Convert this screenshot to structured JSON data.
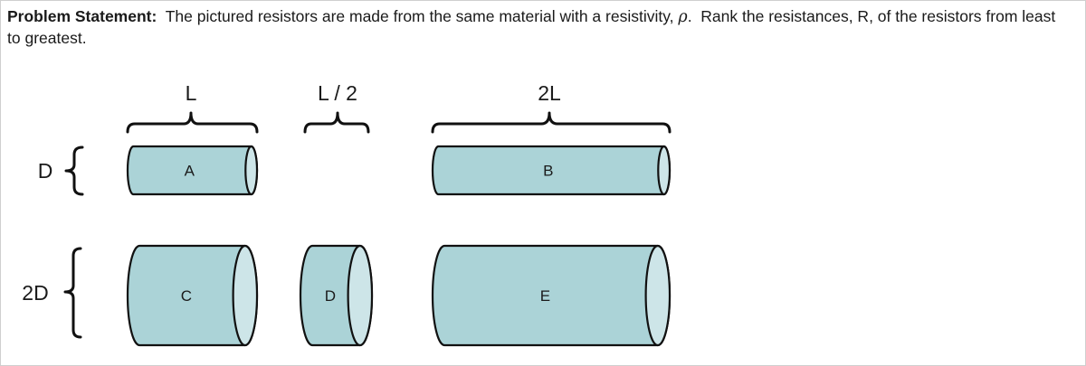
{
  "problem": {
    "lead": "Problem Statement:",
    "text_part1": "  The pictured resistors are made from the same material with a resistivity, ",
    "rho_symbol": "ρ",
    "text_part2": ".  Rank the resistances, R, of the resistors from least to greatest."
  },
  "dimensions": {
    "length_labels": [
      "L",
      "L / 2",
      "2L"
    ],
    "diameter_labels": [
      "D",
      "2D"
    ]
  },
  "resistors": [
    {
      "id": "A",
      "label": "A",
      "length": "L",
      "diameter": "D"
    },
    {
      "id": "B",
      "label": "B",
      "length": "2L",
      "diameter": "D"
    },
    {
      "id": "C",
      "label": "C",
      "length": "L",
      "diameter": "2D"
    },
    {
      "id": "D",
      "label": "D",
      "length": "L/2",
      "diameter": "2D"
    },
    {
      "id": "E",
      "label": "E",
      "length": "2L",
      "diameter": "2D"
    }
  ],
  "colors": {
    "resistor_body": "#abd3d7",
    "resistor_cap": "#cde5e8",
    "outline": "#111111"
  }
}
